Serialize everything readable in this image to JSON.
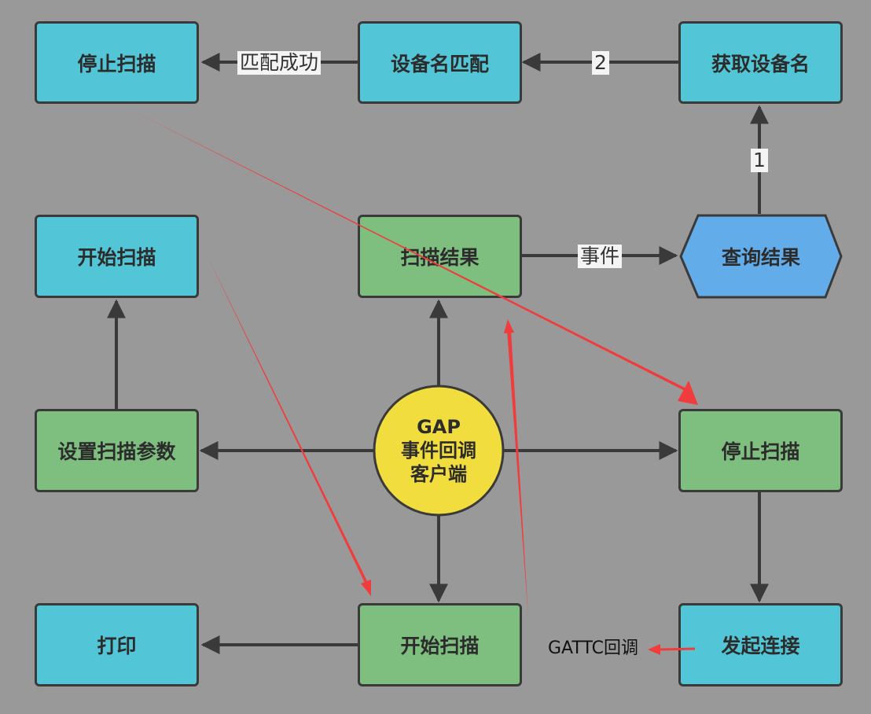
{
  "nodes": {
    "stop_scan_top": "停止扫描",
    "device_name_match": "设备名匹配",
    "get_device_name": "获取设备名",
    "start_scan_left": "开始扫描",
    "scan_result": "扫描结果",
    "query_result": "查询结果",
    "set_scan_params": "设置扫描参数",
    "gap_callback_line1": "GAP",
    "gap_callback_line2": "事件回调",
    "gap_callback_line3": "客户端",
    "stop_scan_right": "停止扫描",
    "print": "打印",
    "start_scan_bottom": "开始扫描",
    "connect": "发起连接"
  },
  "edge_labels": {
    "match_success": "匹配成功",
    "step2": "2",
    "step1": "1",
    "event": "事件"
  },
  "annotation": {
    "gattc_callback": "GATTC回调"
  },
  "colors": {
    "background": "#999999",
    "cyan_node": "#52C6D6",
    "green_node": "#7EBE7F",
    "blue_hexagon": "#63ACEA",
    "yellow_circle": "#F2DD3F",
    "connector": "#3a3a3a",
    "red_annotation": "#F03C3C"
  }
}
